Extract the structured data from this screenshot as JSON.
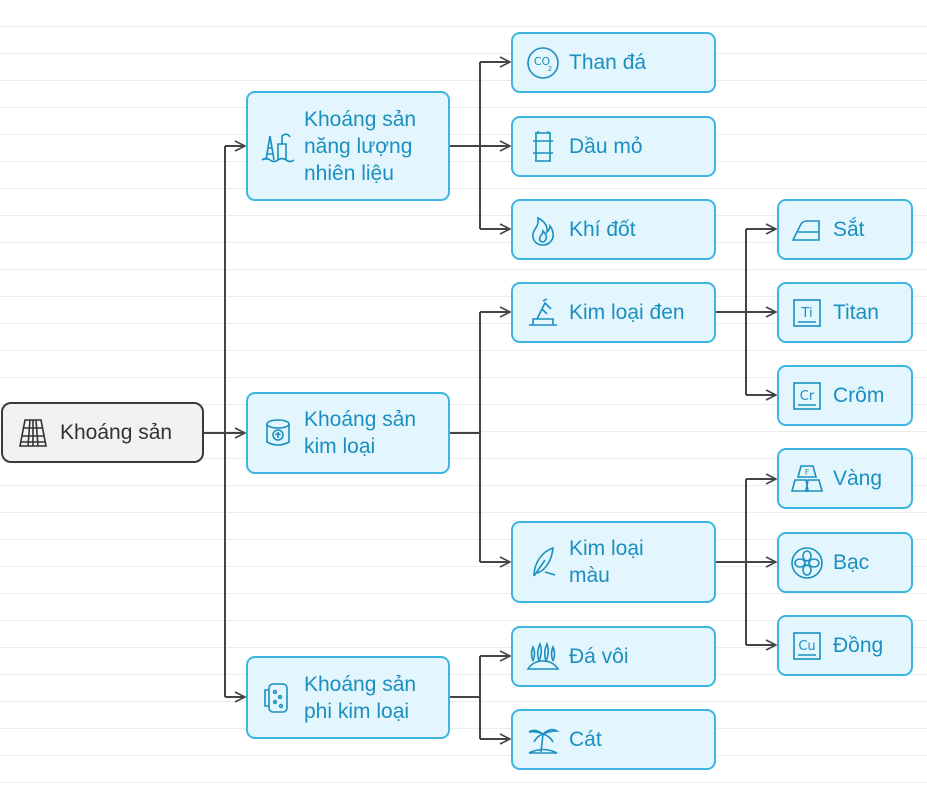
{
  "colors": {
    "accent": "#1a8fc0",
    "node_border": "#3cb5e2",
    "node_fill": "#e4f6fd",
    "root_border": "#3a3a3a",
    "root_fill": "#f2f2f2",
    "connector": "#444444"
  },
  "root": {
    "label": "Khoáng sản",
    "icon": "building-grid-icon"
  },
  "level1": {
    "energy": {
      "label": "Khoáng sản\nnăng lượng\nnhiên liệu",
      "icon": "oil-rig-icon"
    },
    "metal": {
      "label": "Khoáng sản\nkim loại",
      "icon": "metal-can-icon"
    },
    "nonmetal": {
      "label": "Khoáng sản\nphi kim loại",
      "icon": "mineral-roll-icon"
    }
  },
  "level2": {
    "coal": {
      "label": "Than đá",
      "icon": "co2-icon"
    },
    "oil": {
      "label": "Dầu mỏ",
      "icon": "oil-barrel-icon"
    },
    "gas": {
      "label": "Khí đốt",
      "icon": "flame-icon"
    },
    "ferrous": {
      "label": "Kim loại đen",
      "icon": "ingot-press-icon"
    },
    "nonferrous": {
      "label": "Kim loại\nmàu",
      "icon": "leaf-sample-icon"
    },
    "limestone": {
      "label": "Đá vôi",
      "icon": "stone-plants-icon"
    },
    "sand": {
      "label": "Cát",
      "icon": "palm-island-icon"
    }
  },
  "level3": {
    "iron": {
      "label": "Sắt",
      "icon": "iron-icon"
    },
    "titanium": {
      "label": "Titan",
      "icon": "element-ti-icon",
      "symbol": "Ti"
    },
    "chromium": {
      "label": "Crôm",
      "icon": "element-cr-icon",
      "symbol": "Cr"
    },
    "gold": {
      "label": "Vàng",
      "icon": "gold-bars-icon"
    },
    "silver": {
      "label": "Bạc",
      "icon": "silver-molecule-icon"
    },
    "copper": {
      "label": "Đồng",
      "icon": "element-cu-icon",
      "symbol": "Cu"
    }
  }
}
